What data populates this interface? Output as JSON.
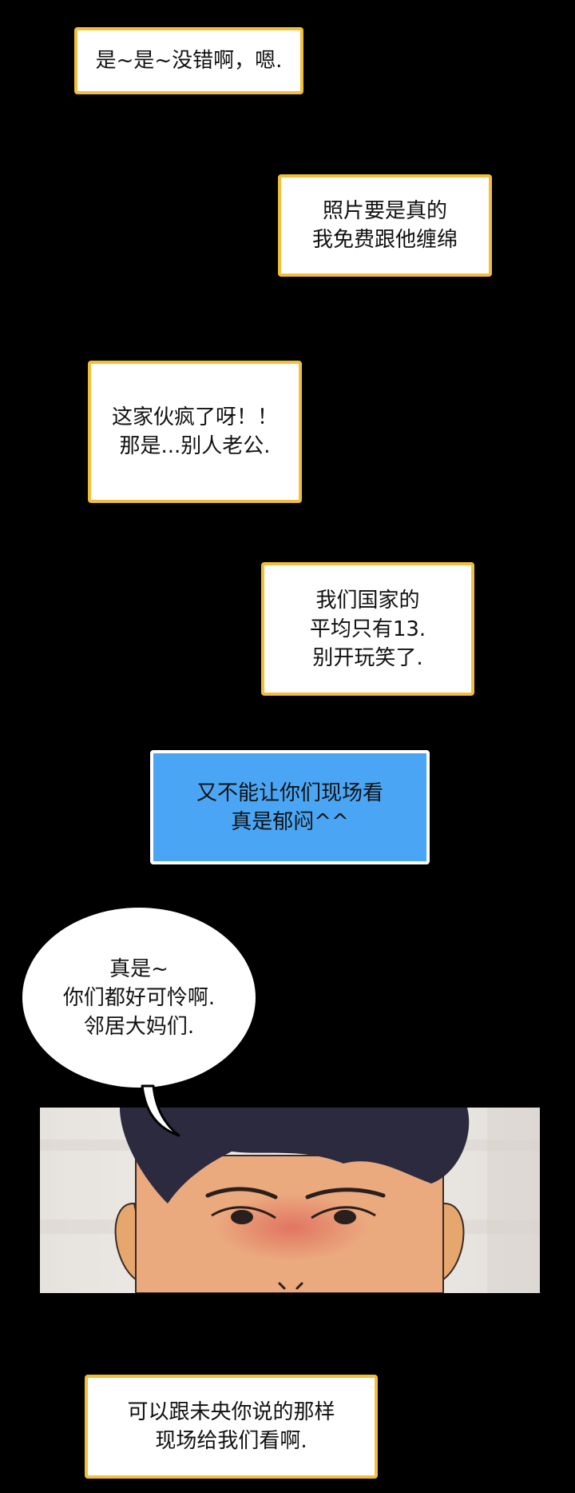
{
  "colors": {
    "background": "#000000",
    "box_border": "#f2bf3a",
    "box_fill": "#ffffff",
    "highlight_fill": "#4aa6f5",
    "highlight_border": "#ffffff"
  },
  "captions": [
    {
      "text": "是~是~没错啊，嗯."
    },
    {
      "text": "照片要是真的\n我免费跟他缠绵"
    },
    {
      "text": "这家伙疯了呀！！\n 那是...别人老公."
    },
    {
      "text": "我们国家的\n平均只有13.\n别开玩笑了."
    },
    {
      "text": "又不能让你们现场看\n真是郁闷^^"
    },
    {
      "text": "可以跟未央你说的那样\n现场给我们看啊."
    }
  ],
  "speech_bubble": {
    "text": "真是~\n你们都好可怜啊.\n邻居大妈们."
  },
  "panel": {
    "description_icon": "man-face-illustration"
  }
}
